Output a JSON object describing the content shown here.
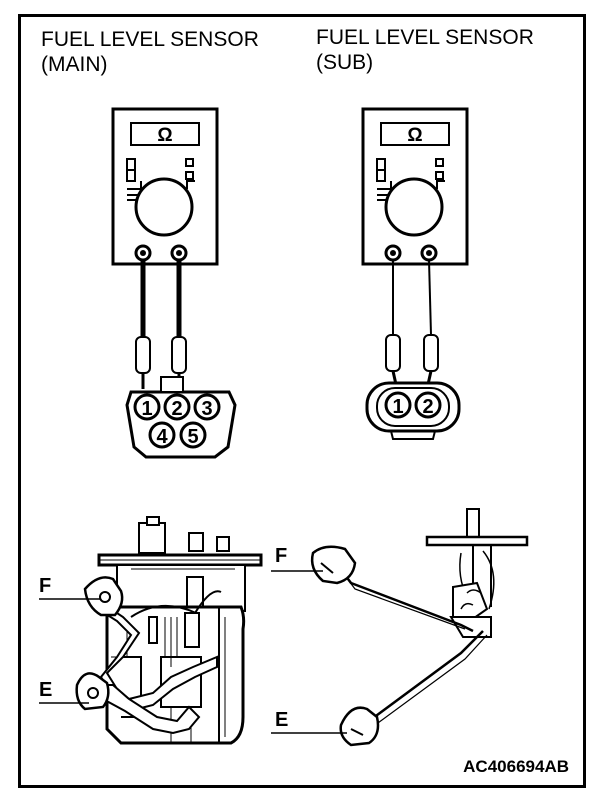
{
  "labels": {
    "main_title_line1": "FUEL LEVEL SENSOR",
    "main_title_line2": "(MAIN)",
    "sub_title_line1": "FUEL LEVEL SENSOR",
    "sub_title_line2": "(SUB)",
    "meter_symbol": "Ω",
    "callout_f": "F",
    "callout_e": "E",
    "diagram_id": "AC406694AB"
  },
  "connector_main_pins": [
    "1",
    "2",
    "3",
    "4",
    "5"
  ],
  "connector_sub_pins": [
    "1",
    "2"
  ]
}
